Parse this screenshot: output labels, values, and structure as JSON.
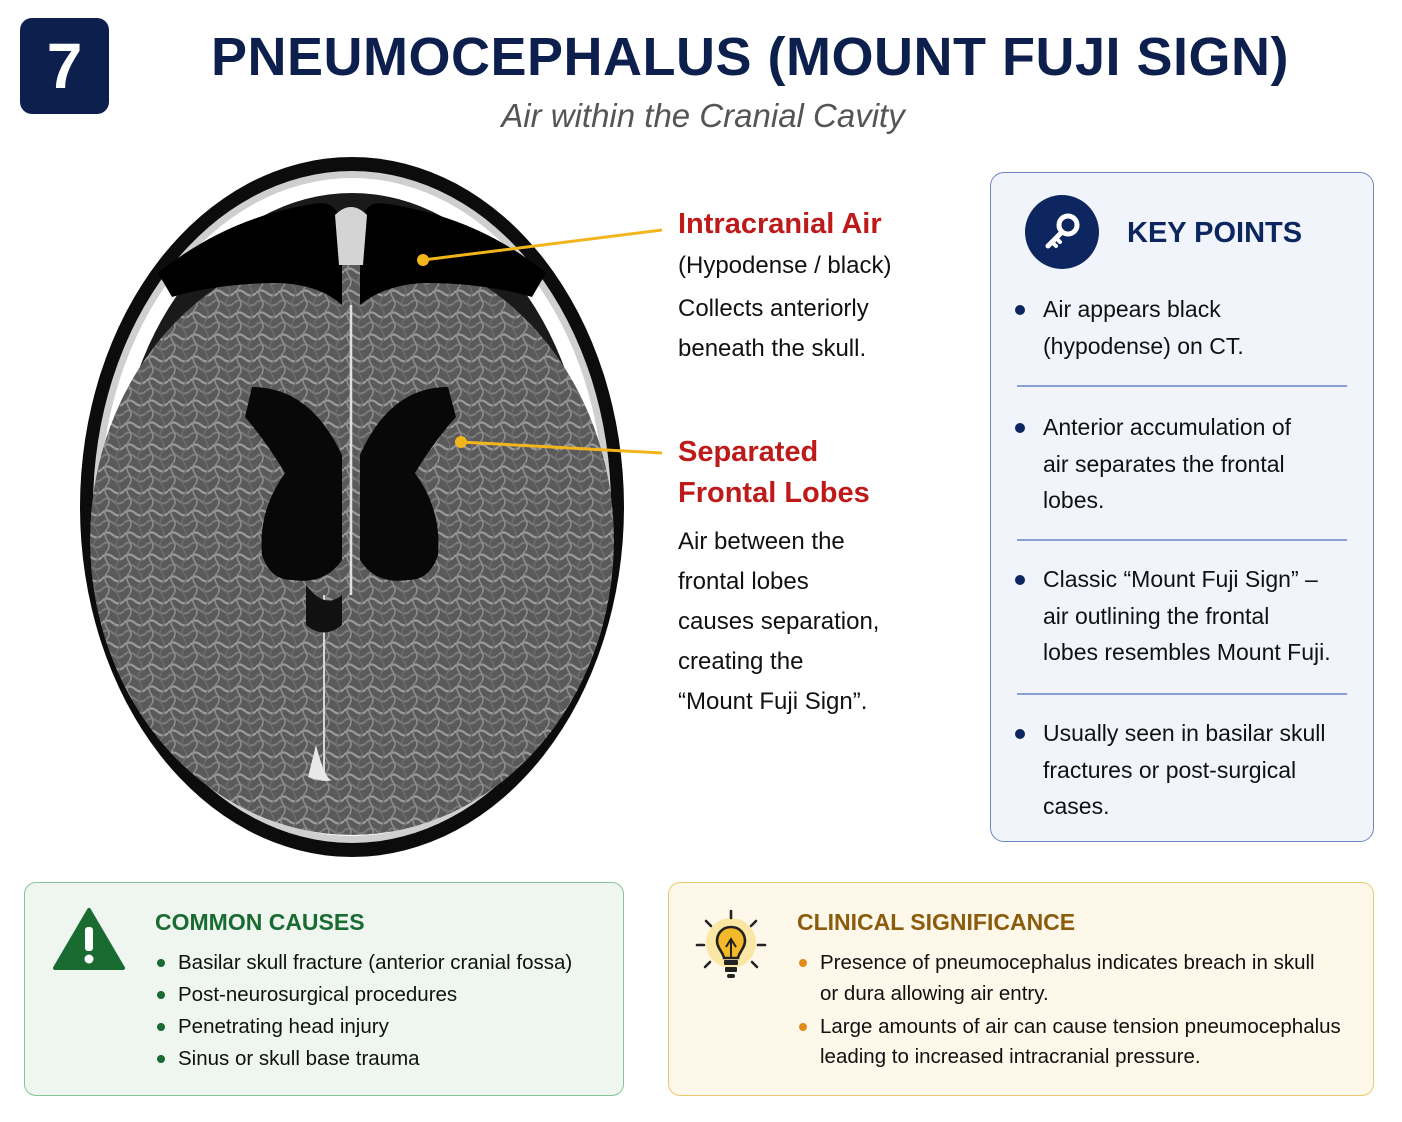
{
  "header": {
    "badge_number": "7",
    "title": "PNEUMOCEPHALUS (MOUNT FUJI SIGN)",
    "subtitle": "Air within the Cranial Cavity"
  },
  "annotations": [
    {
      "heading": [
        "Intracranial Air"
      ],
      "lines": [
        "(Hypodense / black)",
        "Collects anteriorly",
        "beneath the skull."
      ]
    },
    {
      "heading": [
        "Separated",
        "Frontal Lobes"
      ],
      "lines": [
        "Air between the",
        "frontal lobes",
        "causes separation,",
        "creating the",
        "“Mount Fuji Sign”."
      ]
    }
  ],
  "key_points": {
    "icon": "key-icon",
    "title": "KEY POINTS",
    "items": [
      "Air appears black\n(hypodense) on CT.",
      "Anterior accumulation of\nair separates the frontal\nlobes.",
      "Classic “Mount Fuji Sign” –\nair outlining the frontal\nlobes resembles Mount Fuji.",
      "Usually seen in basilar skull\nfractures or post-surgical\ncases."
    ]
  },
  "common_causes": {
    "icon": "warning-icon",
    "title": "COMMON CAUSES",
    "items": [
      "Basilar skull fracture (anterior cranial fossa)",
      "Post-neurosurgical procedures",
      "Penetrating head injury",
      "Sinus or skull base trauma"
    ]
  },
  "clinical_significance": {
    "icon": "lightbulb-icon",
    "title": "CLINICAL SIGNIFICANCE",
    "items": [
      [
        "Presence of pneumocephalus indicates breach in skull",
        "or dura allowing air entry."
      ],
      [
        "Large amounts of air can cause tension pneumocephalus",
        "leading to increased intracranial pressure."
      ]
    ]
  },
  "colors": {
    "navy": "#0d1f4d",
    "annotation_red": "#bf1a1a",
    "leader_line": "#f2b51c",
    "causes_green": "#1a6b32",
    "significance_gold": "#8a5c0b"
  }
}
